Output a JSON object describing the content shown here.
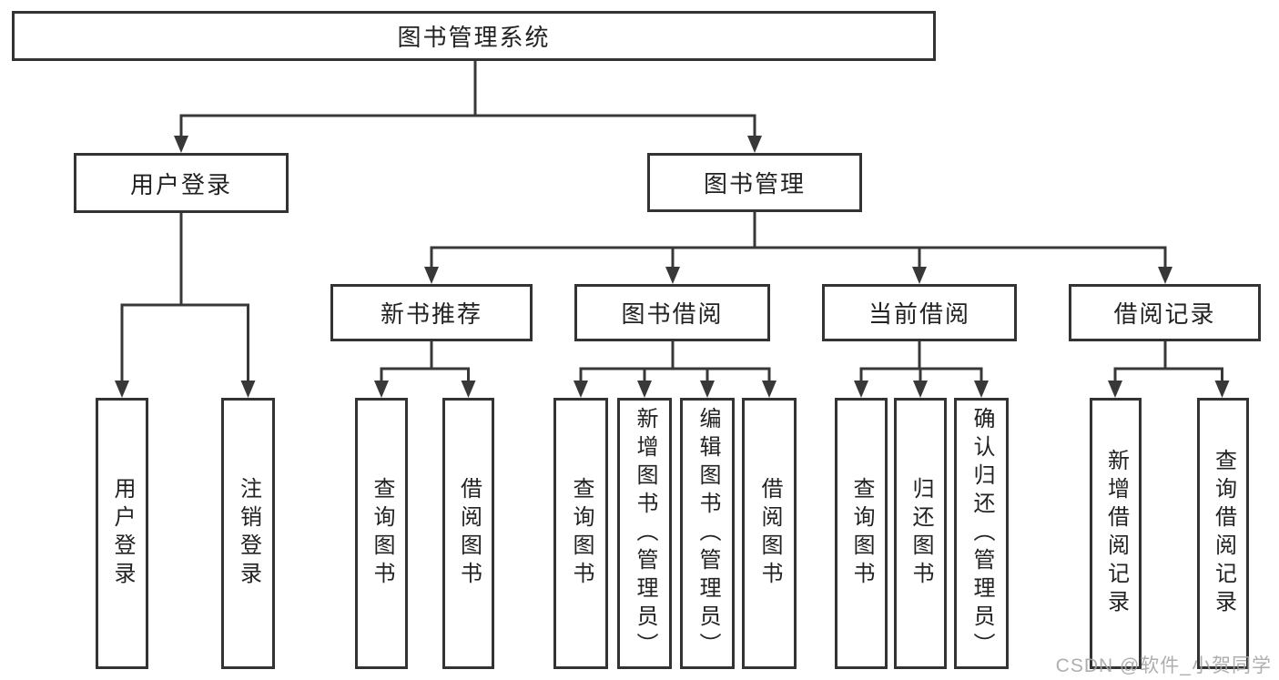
{
  "diagram": {
    "tree": {
      "root": {
        "label": "图书管理系统",
        "children": [
          {
            "label": "用户登录",
            "children": [
              {
                "label": "用户登录"
              },
              {
                "label": "注销登录"
              }
            ]
          },
          {
            "label": "图书管理",
            "children": [
              {
                "label": "新书推荐",
                "children": [
                  {
                    "label": "查询图书"
                  },
                  {
                    "label": "借阅图书"
                  }
                ]
              },
              {
                "label": "图书借阅",
                "children": [
                  {
                    "label": "查询图书"
                  },
                  {
                    "label": "新增图书（管理员）"
                  },
                  {
                    "label": "编辑图书（管理员）"
                  },
                  {
                    "label": "借阅图书"
                  }
                ]
              },
              {
                "label": "当前借阅",
                "children": [
                  {
                    "label": "查询图书"
                  },
                  {
                    "label": "归还图书"
                  },
                  {
                    "label": "确认归还（管理员）"
                  }
                ]
              },
              {
                "label": "借阅记录",
                "children": [
                  {
                    "label": "新增借阅记录"
                  },
                  {
                    "label": "查询借阅记录"
                  }
                ]
              }
            ]
          }
        ]
      }
    },
    "colors": {
      "line": "#383838",
      "box_border": "#333333",
      "box_fill": "#ffffff",
      "text": "#222222",
      "watermark": "#a5a5a5"
    },
    "watermark": "CSDN @软件_小贺同学"
  }
}
